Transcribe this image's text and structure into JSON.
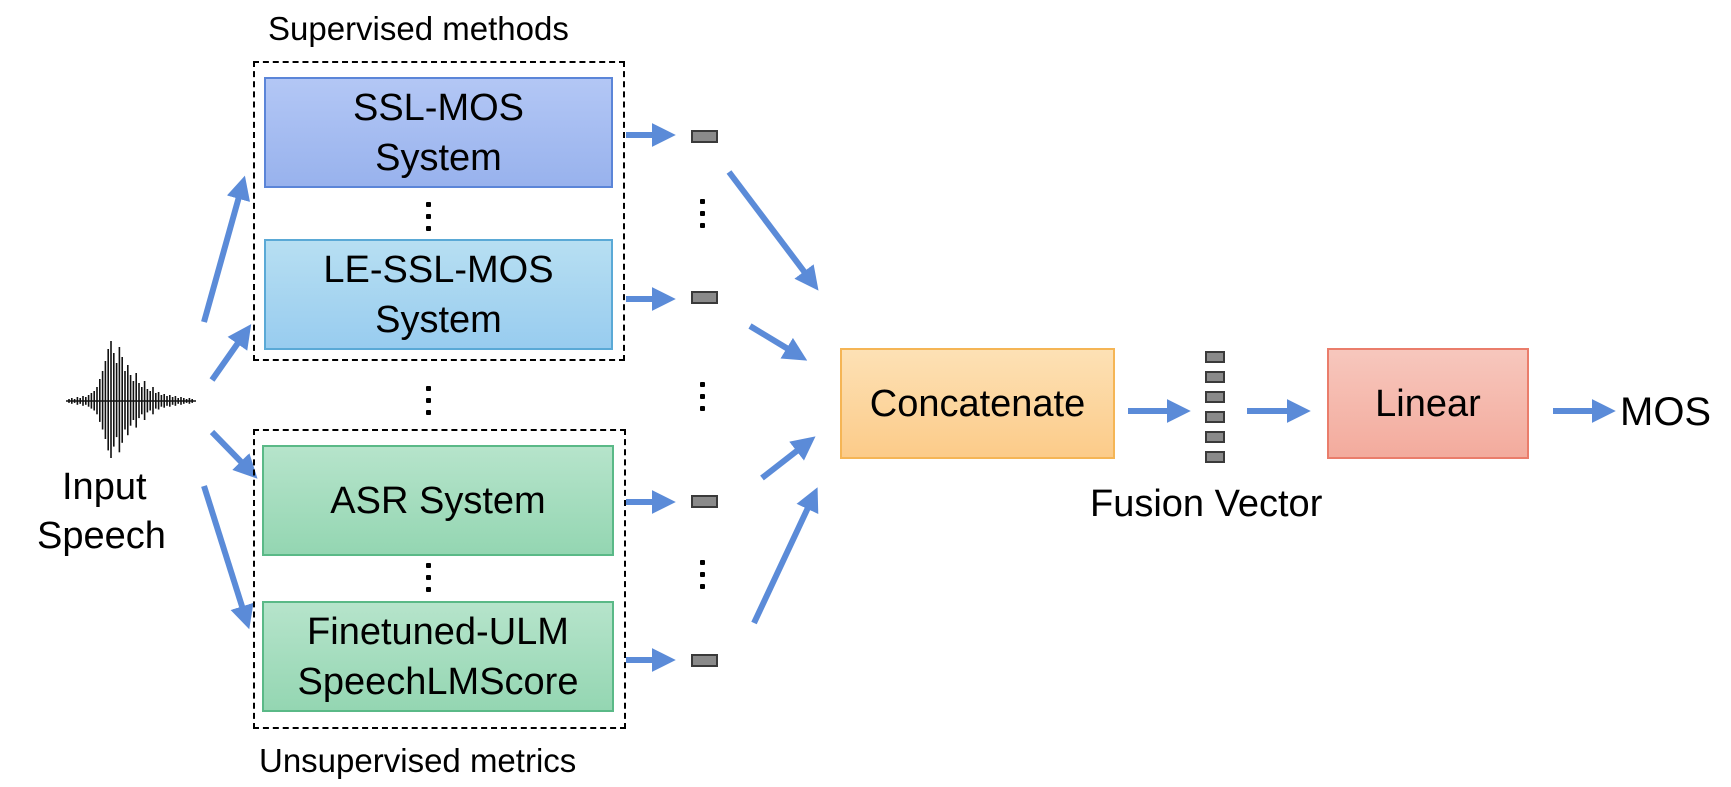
{
  "labels": {
    "supervised_header": "Supervised methods",
    "unsupervised_header": "Unsupervised metrics",
    "input_line1": "Input",
    "input_line2": "Speech",
    "fusion_vector": "Fusion Vector",
    "output": "MOS"
  },
  "systems": {
    "ssl_mos": [
      "SSL-MOS",
      "System"
    ],
    "le_ssl_mos": [
      "LE-SSL-MOS",
      "System"
    ],
    "asr": [
      "ASR System"
    ],
    "finetuned_ulm": [
      "Finetuned-ULM",
      "SpeechLMScore"
    ]
  },
  "concat_label": "Concatenate",
  "linear_label": "Linear",
  "colors": {
    "ssl_mos_top": "#b3c7f5",
    "ssl_mos_bottom": "#98b2ed",
    "ssl_mos_border": "#5b85d8",
    "le_ssl_top": "#b7dff2",
    "le_ssl_bottom": "#98ccef",
    "le_ssl_border": "#5aa9d6",
    "green_top": "#b6e4cb",
    "green_bottom": "#94d6b2",
    "green_border": "#5ab987",
    "concat_top": "#fde1b5",
    "concat_bottom": "#fccb89",
    "concat_border": "#f5b555",
    "linear_top": "#f7c7bd",
    "linear_bottom": "#f3ab9d",
    "linear_border": "#ea7d6b",
    "arrow": "#5b8bd8",
    "arrow_border": "#3a6bbd"
  }
}
